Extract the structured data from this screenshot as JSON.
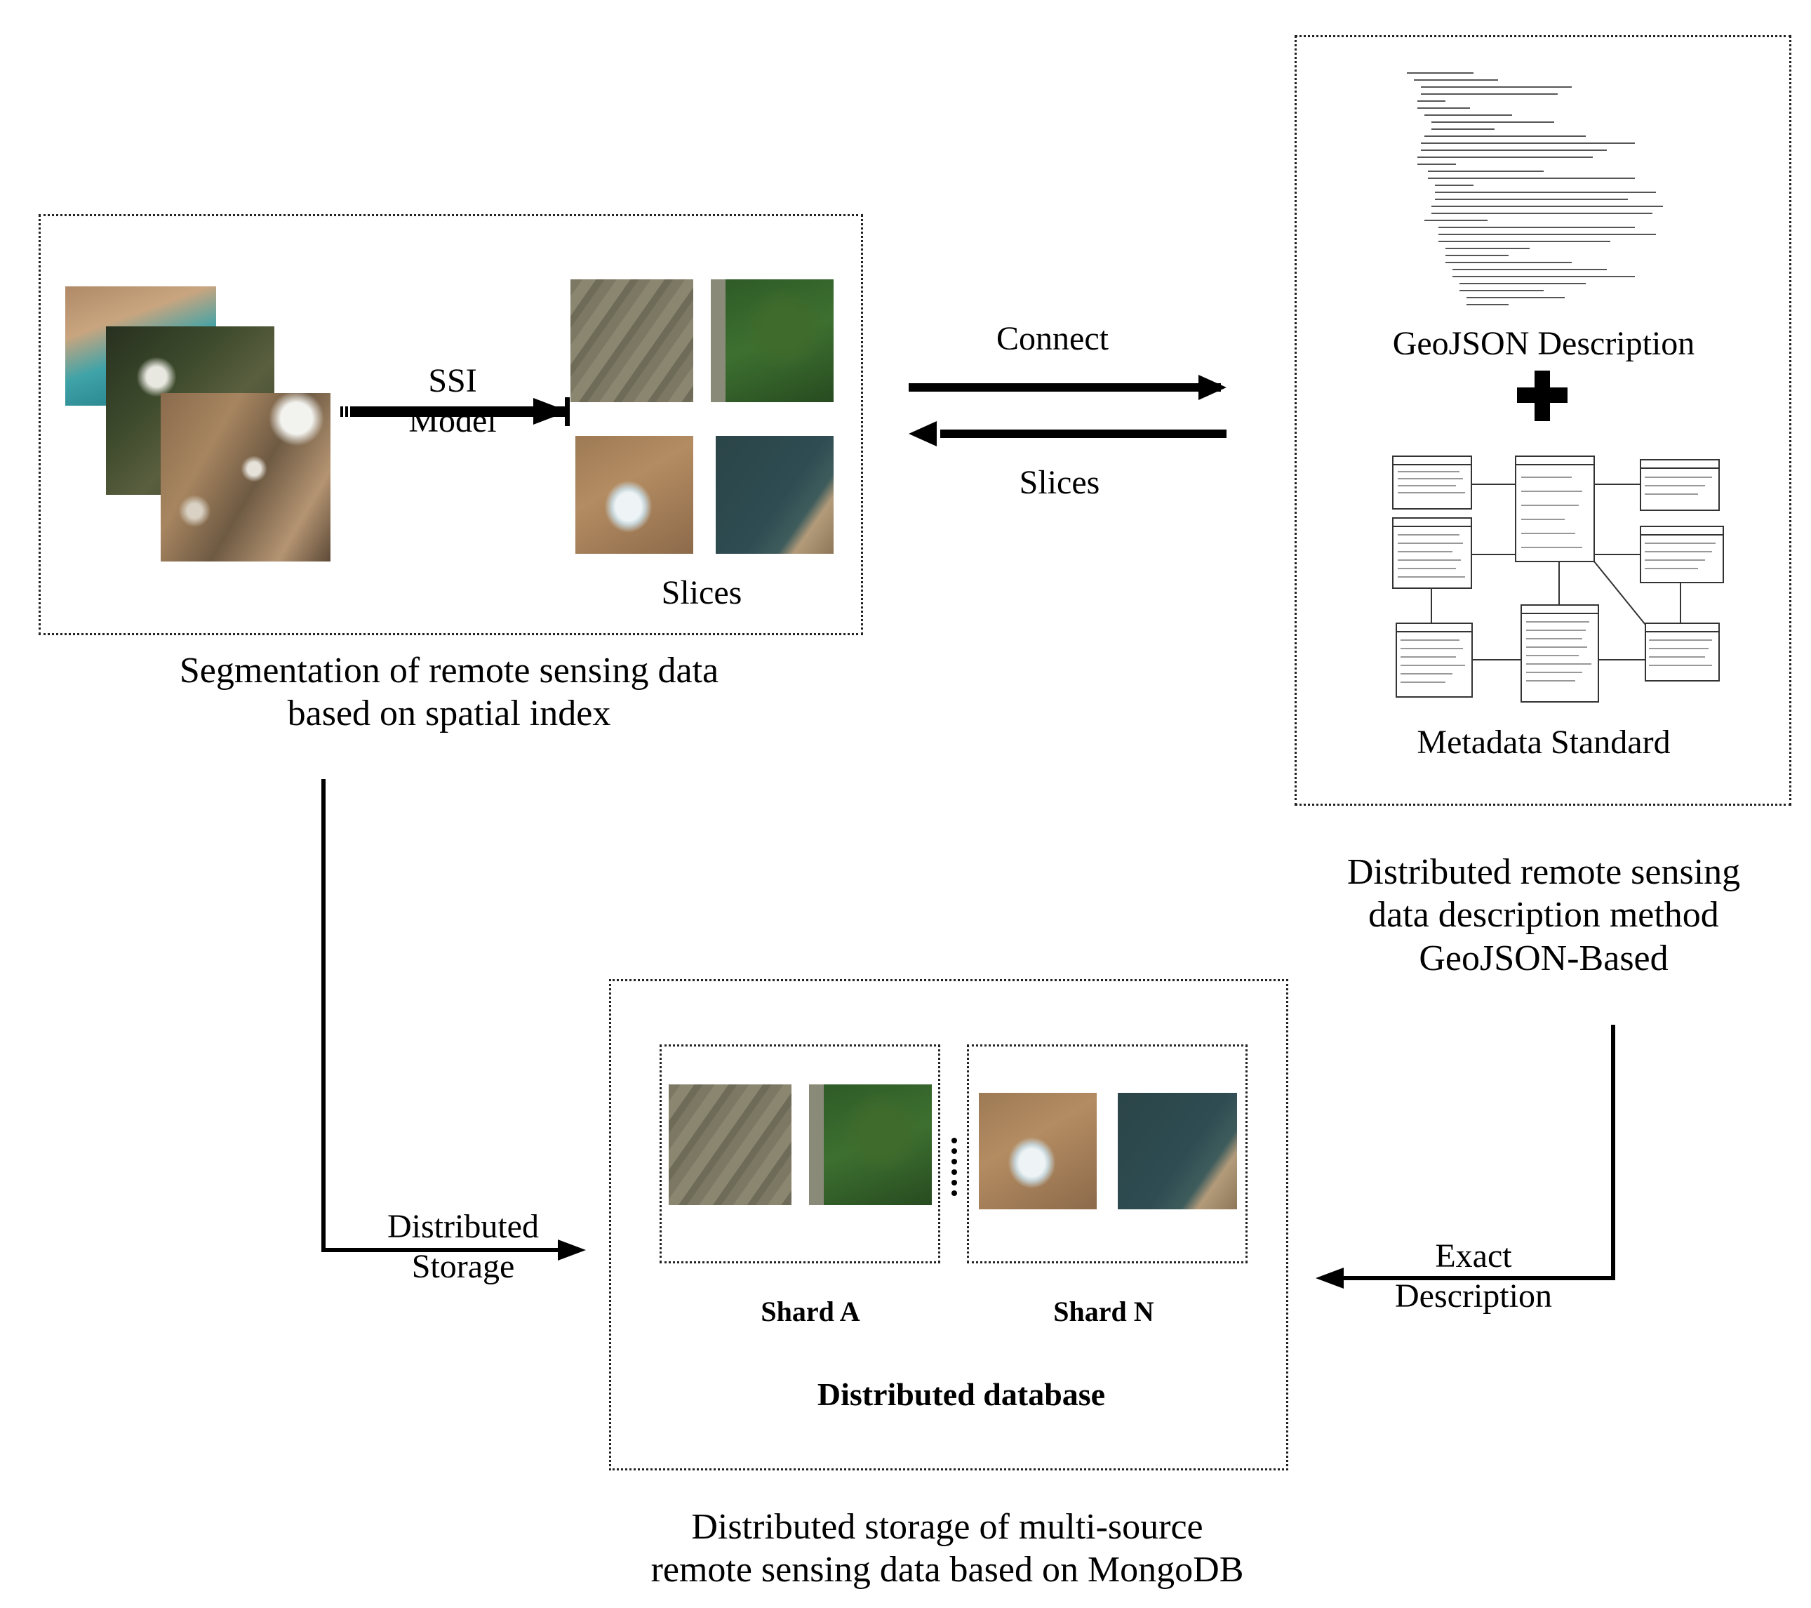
{
  "segmentation": {
    "ssi_line1": "SSI",
    "ssi_line2": "Model",
    "slices_label": "Slices",
    "caption_line1": "Segmentation of remote sensing data",
    "caption_line2": "based on spatial index"
  },
  "connect": {
    "connect_label": "Connect",
    "slices_label": "Slices"
  },
  "description": {
    "geojson_label": "GeoJSON Description",
    "metadata_label": "Metadata Standard",
    "caption_line1": "Distributed remote sensing",
    "caption_line2": "data description method",
    "caption_line3": "GeoJSON-Based"
  },
  "storage": {
    "distributed_line1": "Distributed",
    "distributed_line2": "Storage",
    "exact_line1": "Exact",
    "exact_line2": "Description",
    "shard_a": "Shard A",
    "shard_n": "Shard N",
    "database_label": "Distributed database",
    "caption_line1": "Distributed storage of multi-source",
    "caption_line2": "remote sensing data based on MongoDB"
  }
}
